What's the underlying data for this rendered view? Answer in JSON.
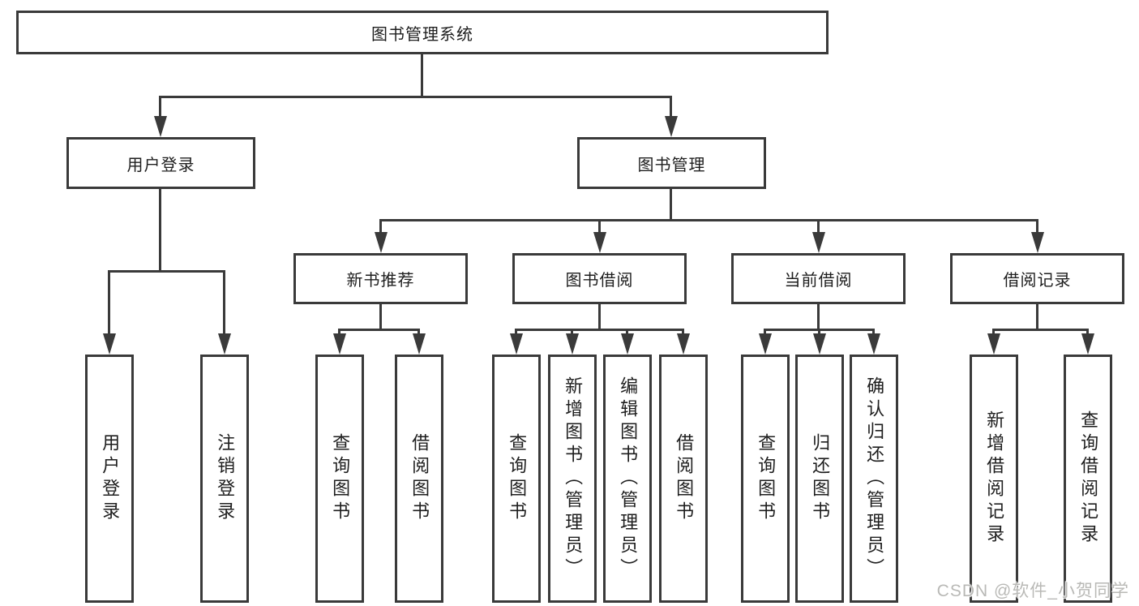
{
  "diagram": {
    "root": {
      "label": "图书管理系统"
    },
    "level2": [
      {
        "label": "用户登录"
      },
      {
        "label": "图书管理"
      }
    ],
    "level3": [
      {
        "label": "新书推荐"
      },
      {
        "label": "图书借阅"
      },
      {
        "label": "当前借阅"
      },
      {
        "label": "借阅记录"
      }
    ],
    "leaves": {
      "user_login": [
        "用户登录",
        "注销登录"
      ],
      "new_books": [
        "查询图书",
        "借阅图书"
      ],
      "book_borrowing": [
        "查询图书",
        "新增图书（管理员）",
        "编辑图书（管理员）",
        "借阅图书"
      ],
      "current_borrowing": [
        "查询图书",
        "归还图书",
        "确认归还（管理员）"
      ],
      "borrowing_records": [
        "新增借阅记录",
        "查询借阅记录"
      ]
    }
  },
  "watermark": {
    "text": "CSDN @软件_小贺同学"
  },
  "colors": {
    "line": "#3a3a3a",
    "text": "#1e1e1e",
    "watermark": "#b9b9b6",
    "background": "#ffffff"
  }
}
